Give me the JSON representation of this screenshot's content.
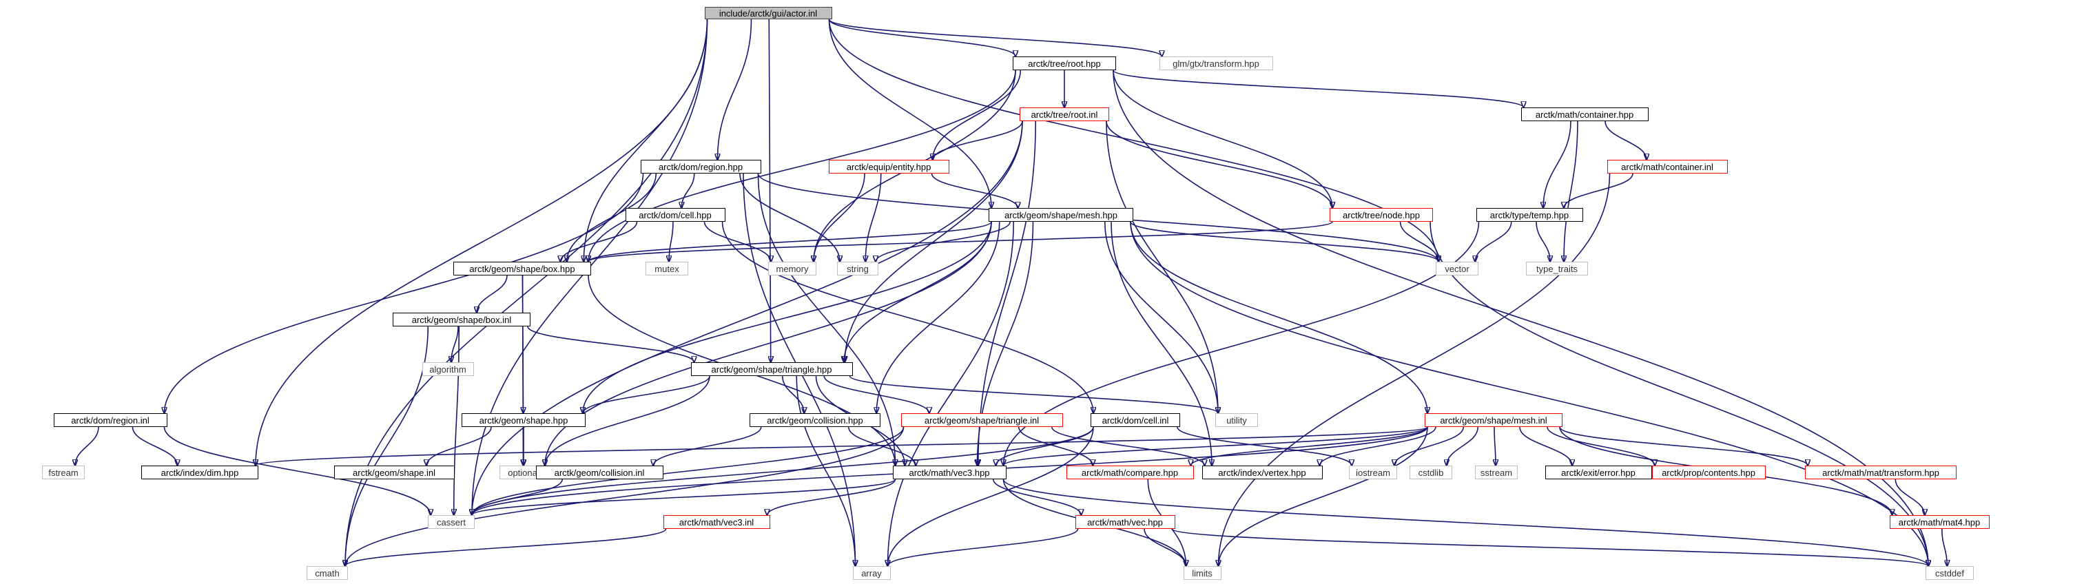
{
  "diagram": {
    "title": "",
    "colors": {
      "edge": "#191970",
      "root_fill": "#bfbfbf",
      "linked_border": "#000000",
      "incomplete_border": "#ff0000",
      "external_border": "#bfbfbf"
    },
    "nodes": [
      {
        "id": "actor_inl",
        "label": "include/arctk/gui/actor.inl",
        "kind": "root"
      },
      {
        "id": "glm_transform",
        "label": "glm/gtx/transform.hpp",
        "kind": "external"
      },
      {
        "id": "tree_root_hpp",
        "label": "arctk/tree/root.hpp",
        "kind": "linked"
      },
      {
        "id": "tree_root_inl",
        "label": "arctk/tree/root.inl",
        "kind": "incomplete"
      },
      {
        "id": "math_container_hpp",
        "label": "arctk/math/container.hpp",
        "kind": "linked"
      },
      {
        "id": "math_container_inl",
        "label": "arctk/math/container.inl",
        "kind": "incomplete"
      },
      {
        "id": "dom_region_hpp",
        "label": "arctk/dom/region.hpp",
        "kind": "linked"
      },
      {
        "id": "equip_entity_hpp",
        "label": "arctk/equip/entity.hpp",
        "kind": "incomplete"
      },
      {
        "id": "dom_cell_hpp",
        "label": "arctk/dom/cell.hpp",
        "kind": "linked"
      },
      {
        "id": "shape_mesh_hpp",
        "label": "arctk/geom/shape/mesh.hpp",
        "kind": "linked"
      },
      {
        "id": "tree_node_hpp",
        "label": "arctk/tree/node.hpp",
        "kind": "incomplete"
      },
      {
        "id": "type_temp_hpp",
        "label": "arctk/type/temp.hpp",
        "kind": "linked"
      },
      {
        "id": "mutex",
        "label": "mutex",
        "kind": "external"
      },
      {
        "id": "memory",
        "label": "memory",
        "kind": "external"
      },
      {
        "id": "string",
        "label": "string",
        "kind": "external"
      },
      {
        "id": "shape_box_hpp",
        "label": "arctk/geom/shape/box.hpp",
        "kind": "linked"
      },
      {
        "id": "vector",
        "label": "vector",
        "kind": "external"
      },
      {
        "id": "type_traits",
        "label": "type_traits",
        "kind": "external"
      },
      {
        "id": "shape_box_inl",
        "label": "arctk/geom/shape/box.inl",
        "kind": "linked"
      },
      {
        "id": "algorithm",
        "label": "algorithm",
        "kind": "external"
      },
      {
        "id": "shape_triangle_hpp",
        "label": "arctk/geom/shape/triangle.hpp",
        "kind": "linked"
      },
      {
        "id": "utility",
        "label": "utility",
        "kind": "external"
      },
      {
        "id": "dom_region_inl",
        "label": "arctk/dom/region.inl",
        "kind": "linked"
      },
      {
        "id": "geom_shape_hpp",
        "label": "arctk/geom/shape.hpp",
        "kind": "linked"
      },
      {
        "id": "geom_collision_hpp",
        "label": "arctk/geom/collision.hpp",
        "kind": "linked"
      },
      {
        "id": "shape_triangle_inl",
        "label": "arctk/geom/shape/triangle.inl",
        "kind": "incomplete"
      },
      {
        "id": "dom_cell_inl",
        "label": "arctk/dom/cell.inl",
        "kind": "linked"
      },
      {
        "id": "shape_mesh_inl",
        "label": "arctk/geom/shape/mesh.inl",
        "kind": "incomplete"
      },
      {
        "id": "fstream",
        "label": "fstream",
        "kind": "external"
      },
      {
        "id": "index_dim_hpp",
        "label": "arctk/index/dim.hpp",
        "kind": "linked"
      },
      {
        "id": "geom_shape_inl",
        "label": "arctk/geom/shape.inl",
        "kind": "linked"
      },
      {
        "id": "optional",
        "label": "optional",
        "kind": "external"
      },
      {
        "id": "geom_collision_inl",
        "label": "arctk/geom/collision.inl",
        "kind": "linked"
      },
      {
        "id": "math_vec3_hpp",
        "label": "arctk/math/vec3.hpp",
        "kind": "linked"
      },
      {
        "id": "math_compare_hpp",
        "label": "arctk/math/compare.hpp",
        "kind": "incomplete"
      },
      {
        "id": "index_vertex_hpp",
        "label": "arctk/index/vertex.hpp",
        "kind": "linked"
      },
      {
        "id": "iostream",
        "label": "iostream",
        "kind": "external"
      },
      {
        "id": "cstdlib",
        "label": "cstdlib",
        "kind": "external"
      },
      {
        "id": "sstream",
        "label": "sstream",
        "kind": "external"
      },
      {
        "id": "exit_error_hpp",
        "label": "arctk/exit/error.hpp",
        "kind": "linked"
      },
      {
        "id": "prop_contents_hpp",
        "label": "arctk/prop/contents.hpp",
        "kind": "incomplete"
      },
      {
        "id": "mat_transform_hpp",
        "label": "arctk/math/mat/transform.hpp",
        "kind": "incomplete"
      },
      {
        "id": "cassert",
        "label": "cassert",
        "kind": "external"
      },
      {
        "id": "math_vec3_inl",
        "label": "arctk/math/vec3.inl",
        "kind": "incomplete"
      },
      {
        "id": "math_vec_hpp",
        "label": "arctk/math/vec.hpp",
        "kind": "incomplete"
      },
      {
        "id": "math_mat4_hpp",
        "label": "arctk/math/mat4.hpp",
        "kind": "incomplete"
      },
      {
        "id": "cmath",
        "label": "cmath",
        "kind": "external"
      },
      {
        "id": "array",
        "label": "array",
        "kind": "external"
      },
      {
        "id": "limits",
        "label": "limits",
        "kind": "external"
      },
      {
        "id": "cstddef",
        "label": "cstddef",
        "kind": "external"
      }
    ],
    "edges": [
      [
        "actor_inl",
        "glm_transform"
      ],
      [
        "actor_inl",
        "tree_root_hpp"
      ],
      [
        "actor_inl",
        "dom_region_hpp"
      ],
      [
        "actor_inl",
        "shape_box_hpp"
      ],
      [
        "actor_inl",
        "shape_mesh_hpp"
      ],
      [
        "actor_inl",
        "shape_triangle_hpp"
      ],
      [
        "actor_inl",
        "index_dim_hpp"
      ],
      [
        "actor_inl",
        "cassert"
      ],
      [
        "actor_inl",
        "cmath"
      ],
      [
        "actor_inl",
        "vector"
      ],
      [
        "tree_root_hpp",
        "tree_root_inl"
      ],
      [
        "tree_root_hpp",
        "math_container_hpp"
      ],
      [
        "tree_root_hpp",
        "equip_entity_hpp"
      ],
      [
        "tree_root_hpp",
        "tree_node_hpp"
      ],
      [
        "tree_root_hpp",
        "shape_box_hpp"
      ],
      [
        "tree_root_hpp",
        "memory"
      ],
      [
        "tree_root_hpp",
        "cstddef"
      ],
      [
        "tree_root_inl",
        "equip_entity_hpp"
      ],
      [
        "tree_root_inl",
        "tree_node_hpp"
      ],
      [
        "tree_root_inl",
        "shape_triangle_hpp"
      ],
      [
        "tree_root_inl",
        "utility"
      ],
      [
        "tree_root_inl",
        "math_vec3_hpp"
      ],
      [
        "tree_root_inl",
        "cassert"
      ],
      [
        "math_container_hpp",
        "math_container_inl"
      ],
      [
        "math_container_hpp",
        "type_temp_hpp"
      ],
      [
        "math_container_hpp",
        "type_traits"
      ],
      [
        "math_container_inl",
        "type_temp_hpp"
      ],
      [
        "math_container_inl",
        "limits"
      ],
      [
        "dom_region_hpp",
        "dom_cell_hpp"
      ],
      [
        "dom_region_hpp",
        "shape_box_hpp"
      ],
      [
        "dom_region_hpp",
        "dom_region_inl"
      ],
      [
        "dom_region_hpp",
        "string"
      ],
      [
        "dom_region_hpp",
        "vector"
      ],
      [
        "dom_region_hpp",
        "array"
      ],
      [
        "dom_region_hpp",
        "math_vec3_hpp"
      ],
      [
        "equip_entity_hpp",
        "shape_mesh_hpp"
      ],
      [
        "equip_entity_hpp",
        "memory"
      ],
      [
        "equip_entity_hpp",
        "string"
      ],
      [
        "dom_cell_hpp",
        "shape_box_hpp"
      ],
      [
        "dom_cell_hpp",
        "memory"
      ],
      [
        "dom_cell_hpp",
        "mutex"
      ],
      [
        "dom_cell_hpp",
        "dom_cell_inl"
      ],
      [
        "shape_mesh_hpp",
        "shape_box_hpp"
      ],
      [
        "shape_mesh_hpp",
        "string"
      ],
      [
        "shape_mesh_hpp",
        "vector"
      ],
      [
        "shape_mesh_hpp",
        "shape_triangle_hpp"
      ],
      [
        "shape_mesh_hpp",
        "geom_shape_hpp"
      ],
      [
        "shape_mesh_hpp",
        "geom_collision_hpp"
      ],
      [
        "shape_mesh_hpp",
        "shape_mesh_inl"
      ],
      [
        "shape_mesh_hpp",
        "utility"
      ],
      [
        "shape_mesh_hpp",
        "optional"
      ],
      [
        "shape_mesh_hpp",
        "math_vec3_hpp"
      ],
      [
        "shape_mesh_hpp",
        "array"
      ],
      [
        "shape_mesh_hpp",
        "cstddef"
      ],
      [
        "shape_mesh_hpp",
        "index_vertex_hpp"
      ],
      [
        "tree_node_hpp",
        "shape_box_hpp"
      ],
      [
        "tree_node_hpp",
        "vector"
      ],
      [
        "tree_node_hpp",
        "cstddef"
      ],
      [
        "type_temp_hpp",
        "vector"
      ],
      [
        "type_temp_hpp",
        "type_traits"
      ],
      [
        "type_temp_hpp",
        "math_vec3_hpp"
      ],
      [
        "shape_box_hpp",
        "shape_box_inl"
      ],
      [
        "shape_box_hpp",
        "geom_shape_hpp"
      ],
      [
        "shape_box_hpp",
        "optional"
      ],
      [
        "shape_box_hpp",
        "math_vec3_hpp"
      ],
      [
        "shape_box_inl",
        "algorithm"
      ],
      [
        "shape_box_inl",
        "shape_triangle_hpp"
      ],
      [
        "shape_box_inl",
        "cassert"
      ],
      [
        "shape_box_inl",
        "cmath"
      ],
      [
        "shape_triangle_hpp",
        "geom_shape_hpp"
      ],
      [
        "shape_triangle_hpp",
        "geom_collision_hpp"
      ],
      [
        "shape_triangle_hpp",
        "shape_triangle_inl"
      ],
      [
        "shape_triangle_hpp",
        "utility"
      ],
      [
        "shape_triangle_hpp",
        "math_vec3_hpp"
      ],
      [
        "shape_triangle_hpp",
        "optional"
      ],
      [
        "shape_triangle_hpp",
        "array"
      ],
      [
        "dom_region_inl",
        "index_dim_hpp"
      ],
      [
        "dom_region_inl",
        "fstream"
      ],
      [
        "dom_region_inl",
        "cassert"
      ],
      [
        "geom_shape_hpp",
        "geom_shape_inl"
      ],
      [
        "geom_shape_hpp",
        "optional"
      ],
      [
        "geom_collision_hpp",
        "geom_collision_inl"
      ],
      [
        "geom_collision_hpp",
        "math_vec3_hpp"
      ],
      [
        "shape_triangle_inl",
        "math_compare_hpp"
      ],
      [
        "shape_triangle_inl",
        "cassert"
      ],
      [
        "shape_triangle_inl",
        "cmath"
      ],
      [
        "shape_triangle_inl",
        "index_vertex_hpp"
      ],
      [
        "dom_cell_inl",
        "math_vec3_hpp"
      ],
      [
        "dom_cell_inl",
        "iostream"
      ],
      [
        "dom_cell_inl",
        "array"
      ],
      [
        "dom_cell_inl",
        "cassert"
      ],
      [
        "shape_mesh_inl",
        "index_dim_hpp"
      ],
      [
        "shape_mesh_inl",
        "math_vec3_hpp"
      ],
      [
        "shape_mesh_inl",
        "math_compare_hpp"
      ],
      [
        "shape_mesh_inl",
        "index_vertex_hpp"
      ],
      [
        "shape_mesh_inl",
        "iostream"
      ],
      [
        "shape_mesh_inl",
        "cstdlib"
      ],
      [
        "shape_mesh_inl",
        "sstream"
      ],
      [
        "shape_mesh_inl",
        "exit_error_hpp"
      ],
      [
        "shape_mesh_inl",
        "prop_contents_hpp"
      ],
      [
        "shape_mesh_inl",
        "mat_transform_hpp"
      ],
      [
        "shape_mesh_inl",
        "math_mat4_hpp"
      ],
      [
        "shape_mesh_inl",
        "cassert"
      ],
      [
        "shape_mesh_inl",
        "limits"
      ],
      [
        "geom_collision_inl",
        "cassert"
      ],
      [
        "math_vec3_hpp",
        "math_vec3_inl"
      ],
      [
        "math_vec3_hpp",
        "math_vec_hpp"
      ],
      [
        "math_vec3_hpp",
        "cassert"
      ],
      [
        "math_vec3_hpp",
        "limits"
      ],
      [
        "math_vec3_hpp",
        "cstddef"
      ],
      [
        "math_compare_hpp",
        "limits"
      ],
      [
        "mat_transform_hpp",
        "math_mat4_hpp"
      ],
      [
        "math_vec3_inl",
        "cmath"
      ],
      [
        "math_vec_hpp",
        "array"
      ],
      [
        "math_vec_hpp",
        "limits"
      ],
      [
        "math_vec_hpp",
        "cstddef"
      ],
      [
        "math_mat4_hpp",
        "cstddef"
      ]
    ]
  }
}
